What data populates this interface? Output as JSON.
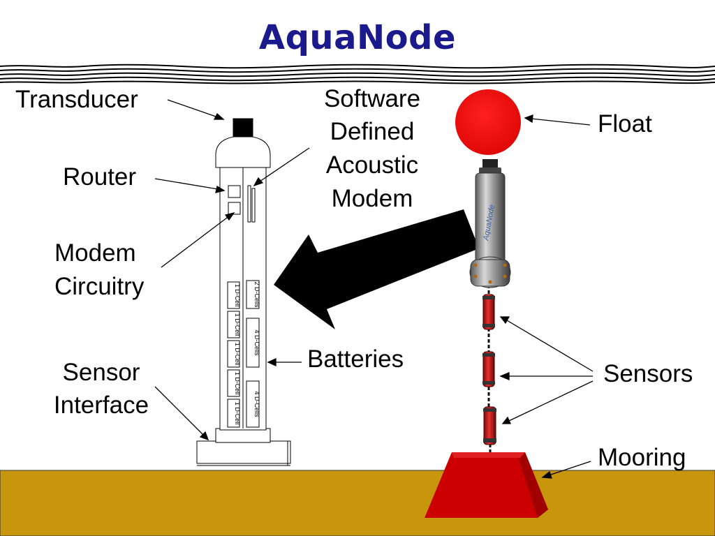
{
  "title": "AquaNode",
  "colors": {
    "title": "#1a1a8c",
    "seafloor": "#c8960c",
    "float": "#e81010",
    "mooring": "#cc0000",
    "sensor": "#cc1a1a"
  },
  "labels": {
    "transducer": "Transducer",
    "router": "Router",
    "modem_circuitry_1": "Modem",
    "modem_circuitry_2": "Circuitry",
    "sensor_interface_1": "Sensor",
    "sensor_interface_2": "Interface",
    "sdam_1": "Software",
    "sdam_2": "Defined",
    "sdam_3": "Acoustic",
    "sdam_4": "Modem",
    "batteries": "Batteries",
    "float": "Float",
    "sensors": "Sensors",
    "mooring": "Mooring"
  },
  "cells": {
    "left_1": "1 D-Cell",
    "left_2": "1 D-Cell",
    "left_3": "1 D-Cell",
    "left_4": "1 D-Cell",
    "left_5": "1 D-Cell",
    "right_1": "2 D-Cells",
    "right_2": "4 D-Cells",
    "right_3": "4 D-Cells"
  },
  "housing_text": "AquaNode"
}
